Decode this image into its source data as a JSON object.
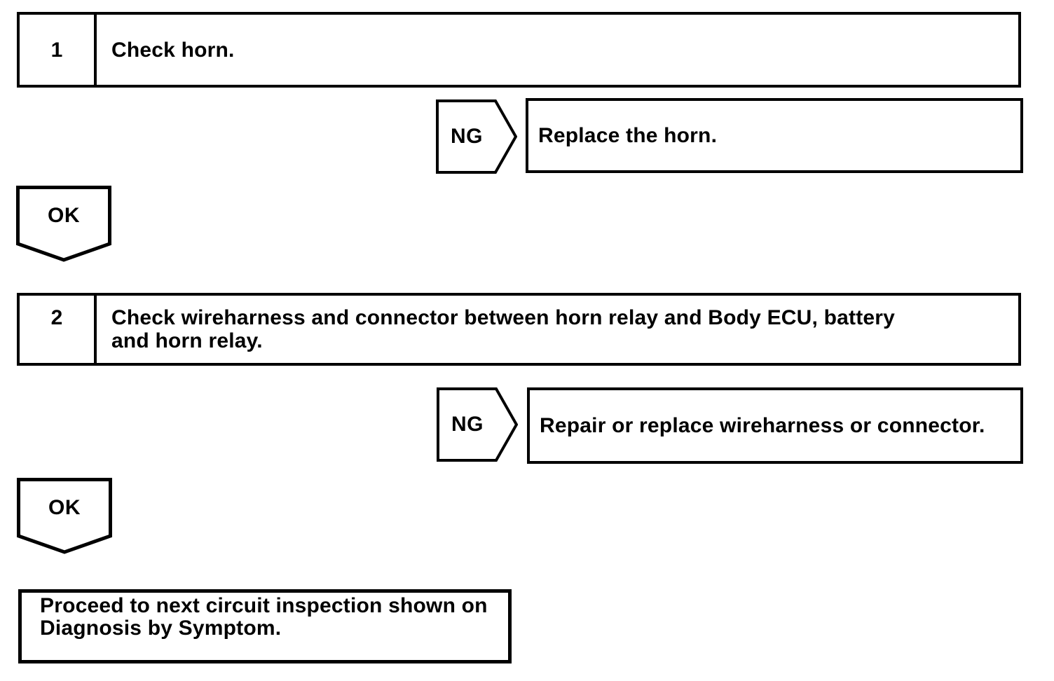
{
  "page": {
    "background_color": "#ffffff",
    "ink_color": "#000000"
  },
  "flowchart": {
    "steps": [
      {
        "number": "1",
        "instruction": "Check horn.",
        "ng": {
          "label": "NG",
          "result": "Replace the horn."
        },
        "ok": {
          "label": "OK"
        }
      },
      {
        "number": "2",
        "instruction": "Check wireharness and connector between horn relay and Body ECU, battery\nand horn relay.",
        "ng": {
          "label": "NG",
          "result": "Repair or replace wireharness or connector."
        },
        "ok": {
          "label": "OK"
        }
      }
    ],
    "end": {
      "text": "Proceed to next circuit inspection shown on\nDiagnosis by Symptom."
    }
  }
}
